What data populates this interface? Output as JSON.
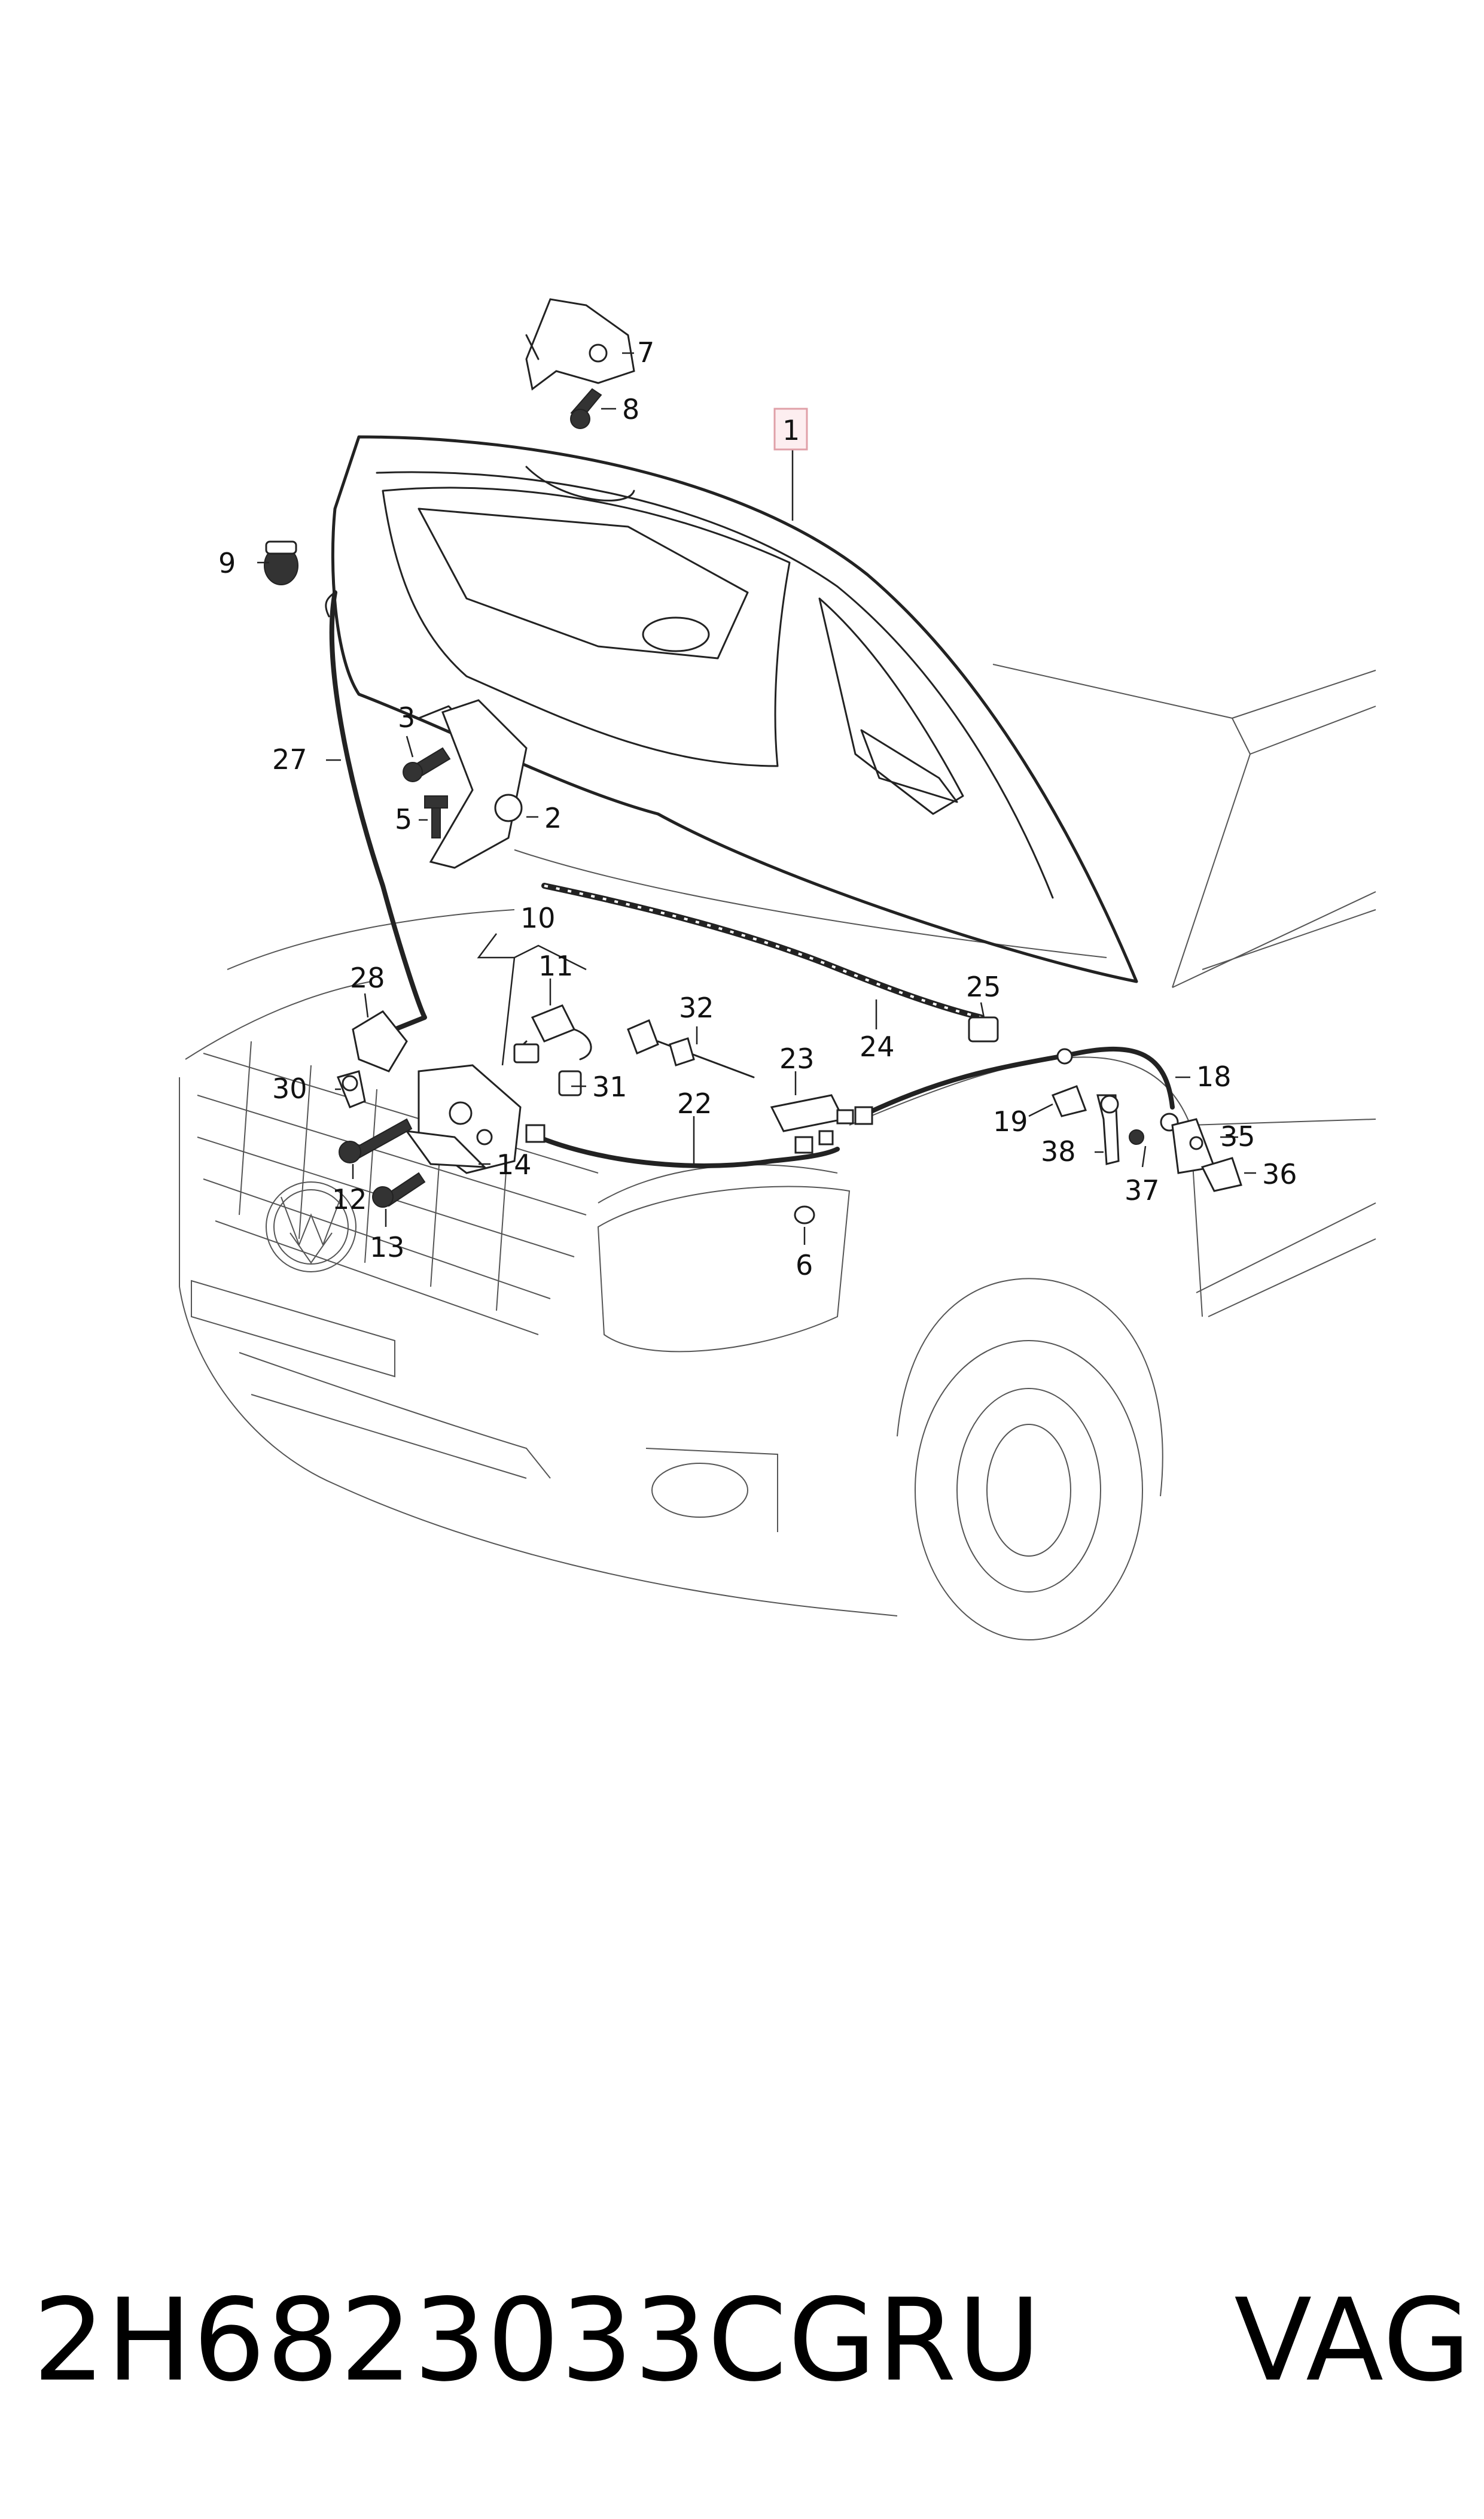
{
  "callouts": {
    "p1": "1",
    "p2": "2",
    "p3": "3",
    "p5": "5",
    "p6": "6",
    "p7": "7",
    "p8": "8",
    "p9": "9",
    "p10": "10",
    "p11": "11",
    "p12": "12",
    "p13": "13",
    "p14": "14",
    "p18": "18",
    "p19": "19",
    "p22": "22",
    "p23": "23",
    "p24": "24",
    "p25": "25",
    "p27": "27",
    "p28": "28",
    "p30": "30",
    "p31": "31",
    "p32": "32",
    "p35": "35",
    "p36": "36",
    "p37": "37",
    "p38": "38"
  },
  "highlighted_callout": "1",
  "highlight_color": "#e0a0a8",
  "footer": {
    "part_number": "2H6823033CGRU",
    "brand": "VAG"
  }
}
